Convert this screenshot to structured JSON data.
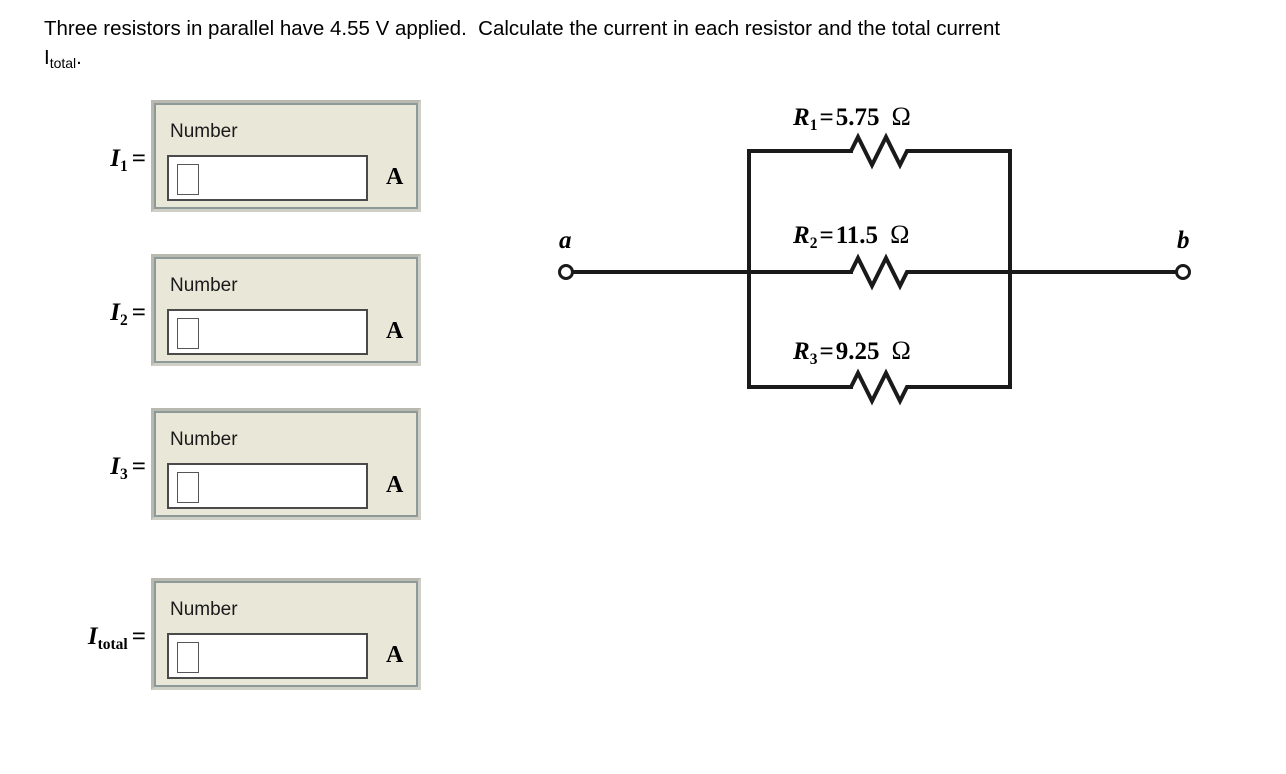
{
  "prompt": {
    "line1": "Three resistors in parallel have 4.55 V applied.  Calculate the current in each resistor and the total current",
    "line2_main": "I",
    "line2_sub": "total",
    "line2_tail": "."
  },
  "answers": [
    {
      "symbol": "I",
      "subscript": "1",
      "equals": "=",
      "panel_label": "Number",
      "value": "",
      "unit": "A"
    },
    {
      "symbol": "I",
      "subscript": "2",
      "equals": "=",
      "panel_label": "Number",
      "value": "",
      "unit": "A"
    },
    {
      "symbol": "I",
      "subscript": "3",
      "equals": "=",
      "panel_label": "Number",
      "value": "",
      "unit": "A"
    },
    {
      "symbol": "I",
      "subscript": "total",
      "equals": "=",
      "panel_label": "Number",
      "value": "",
      "unit": "A"
    }
  ],
  "circuit": {
    "source_voltage": "4.55 V",
    "terminals": [
      {
        "label": "a",
        "side": "left"
      },
      {
        "label": "b",
        "side": "right"
      }
    ],
    "resistors": [
      {
        "symbol": "R",
        "subscript": "1",
        "equals": "=",
        "value": "5.75",
        "unit": "Ω",
        "branch": "top"
      },
      {
        "symbol": "R",
        "subscript": "2",
        "equals": "=",
        "value": "11.5",
        "unit": "Ω",
        "branch": "middle"
      },
      {
        "symbol": "R",
        "subscript": "3",
        "equals": "=",
        "value": "9.25",
        "unit": "Ω",
        "branch": "bottom"
      }
    ]
  },
  "colors": {
    "page_background": "#ffffff",
    "panel_fill": "#e9e7d8",
    "panel_border": "#8e9a9a",
    "panel_bevel_light": "#cfcfc6",
    "panel_bevel_dark": "#b9b9b0",
    "input_background": "#ffffff",
    "input_border": "#4a4a4a",
    "wire": "#1a1a1a",
    "text": "#000000"
  }
}
